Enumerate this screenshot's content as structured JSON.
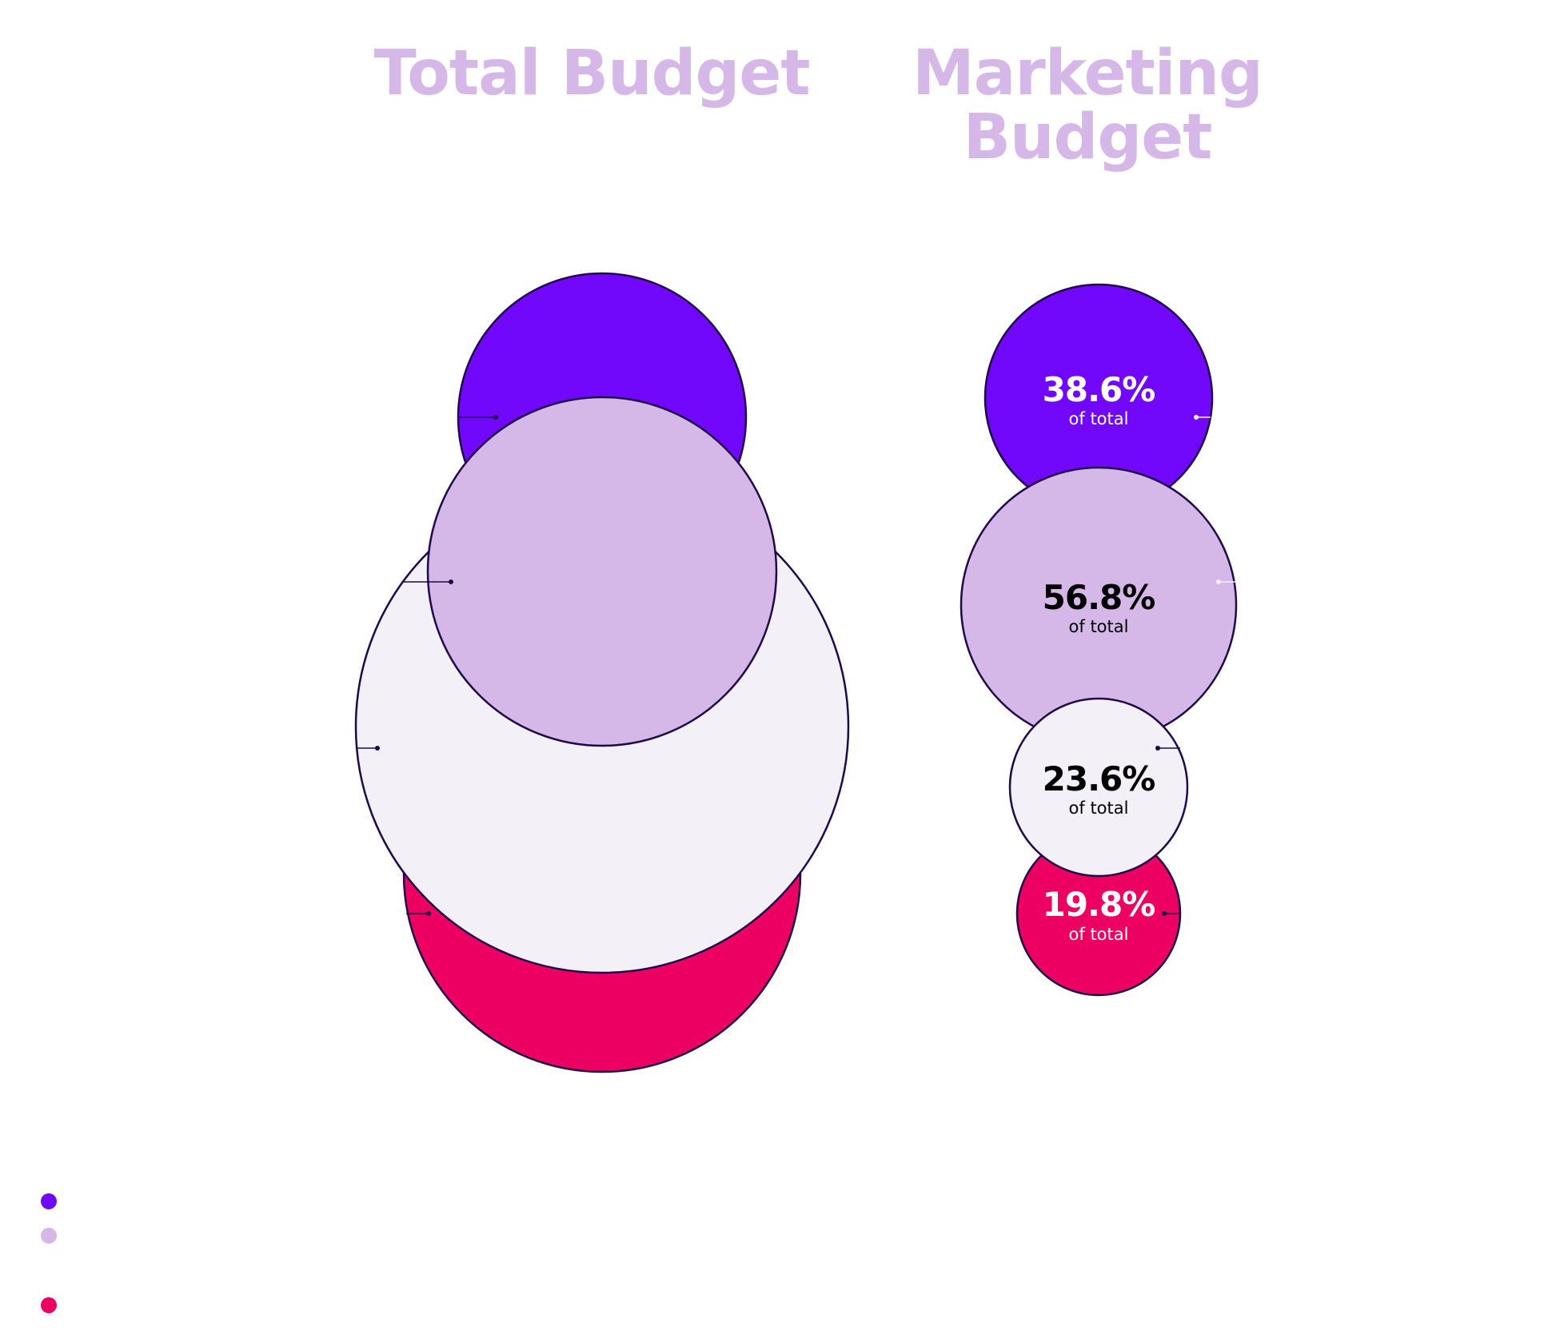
{
  "titles": {
    "total": "Total Budget",
    "marketing": "Marketing Budget"
  },
  "colors": {
    "title": "#d6b8e8",
    "outline": "#1e0a4a",
    "segments": [
      "#7208fb",
      "#d6b8e8",
      "#f4f0f8",
      "#ec0062"
    ],
    "label_text_light": "#ffffff",
    "label_text_dark": "#000000"
  },
  "chart_data": [
    {
      "type": "bubble",
      "title": "Total Budget",
      "series": [
        {
          "segment": 1,
          "color": "#7208fb"
        },
        {
          "segment": 2,
          "color": "#d6b8e8"
        },
        {
          "segment": 3,
          "color": "#f4f0f8"
        },
        {
          "segment": 4,
          "color": "#ec0062"
        }
      ]
    },
    {
      "type": "bubble",
      "title": "Marketing Budget",
      "label_suffix": "of total",
      "series": [
        {
          "segment": 1,
          "value": 38.6,
          "label": "38.6%",
          "color": "#7208fb"
        },
        {
          "segment": 2,
          "value": 56.8,
          "label": "56.8%",
          "color": "#d6b8e8"
        },
        {
          "segment": 3,
          "value": 23.6,
          "label": "23.6%",
          "color": "#f4f0f8"
        },
        {
          "segment": 4,
          "value": 19.8,
          "label": "19.8%",
          "color": "#ec0062"
        }
      ]
    }
  ],
  "legend": [
    {
      "color": "#7208fb",
      "label": ""
    },
    {
      "color": "#d6b8e8",
      "label": ""
    },
    {
      "color": "#ec0062",
      "label": ""
    }
  ]
}
